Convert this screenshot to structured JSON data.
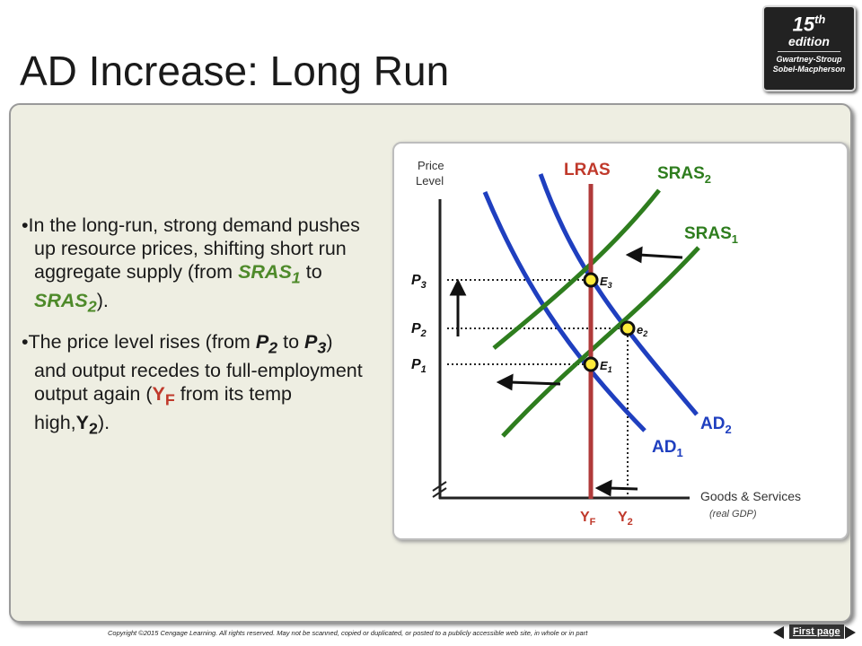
{
  "title": "AD Increase:  Long Run",
  "badge": {
    "number": "15",
    "suffix": "th",
    "word": "edition",
    "author1": "Gwartney-Stroup",
    "author2": "Sobel-Macpherson"
  },
  "bullets": [
    {
      "pre": "In the long-run, strong demand pushes up resource prices, shifting short run aggregate supply (from ",
      "a": "SRAS",
      "a_sub": "1",
      "mid": " to ",
      "b": "SRAS",
      "b_sub": "2",
      "post": ")."
    },
    {
      "pre": "The price level rises (from ",
      "a": "P",
      "a_sub": "2",
      "mid": " to ",
      "b": "P",
      "b_sub": "3",
      "mid2": ") and output recedes to full-employment output again (",
      "c": "Y",
      "c_sub": "F",
      "mid3": " from its temp high,",
      "d": "Y",
      "d_sub": "2",
      "post": ")."
    }
  ],
  "graph": {
    "y_axis_label_1": "Price",
    "y_axis_label_2": "Level",
    "x_axis_label": "Goods & Services",
    "x_axis_sublabel": "(real GDP)",
    "curves": {
      "lras": "LRAS",
      "sras2": "SRAS",
      "sras2_sub": "2",
      "sras1": "SRAS",
      "sras1_sub": "1",
      "ad2": "AD",
      "ad2_sub": "2",
      "ad1": "AD",
      "ad1_sub": "1"
    },
    "price_levels": [
      {
        "label": "P",
        "sub": "3"
      },
      {
        "label": "P",
        "sub": "2"
      },
      {
        "label": "P",
        "sub": "1"
      }
    ],
    "points": [
      {
        "label": "E",
        "sub": "3"
      },
      {
        "label": "e",
        "sub": "2"
      },
      {
        "label": "E",
        "sub": "1"
      }
    ],
    "outputs": [
      {
        "label": "Y",
        "sub": "F"
      },
      {
        "label": "Y",
        "sub": "2"
      }
    ]
  },
  "colors": {
    "lras": "#b03a3a",
    "sras": "#2e7d1e",
    "ad": "#1f3fbf",
    "panel": "#eeeee2",
    "label_red": "#c0392b",
    "label_green": "#4e8a2a"
  },
  "copyright": "Copyright ©2015 Cengage Learning. All rights reserved. May not be scanned, copied or duplicated, or posted to a publicly accessible web site, in whole or in part",
  "nav": {
    "label": "First page"
  }
}
